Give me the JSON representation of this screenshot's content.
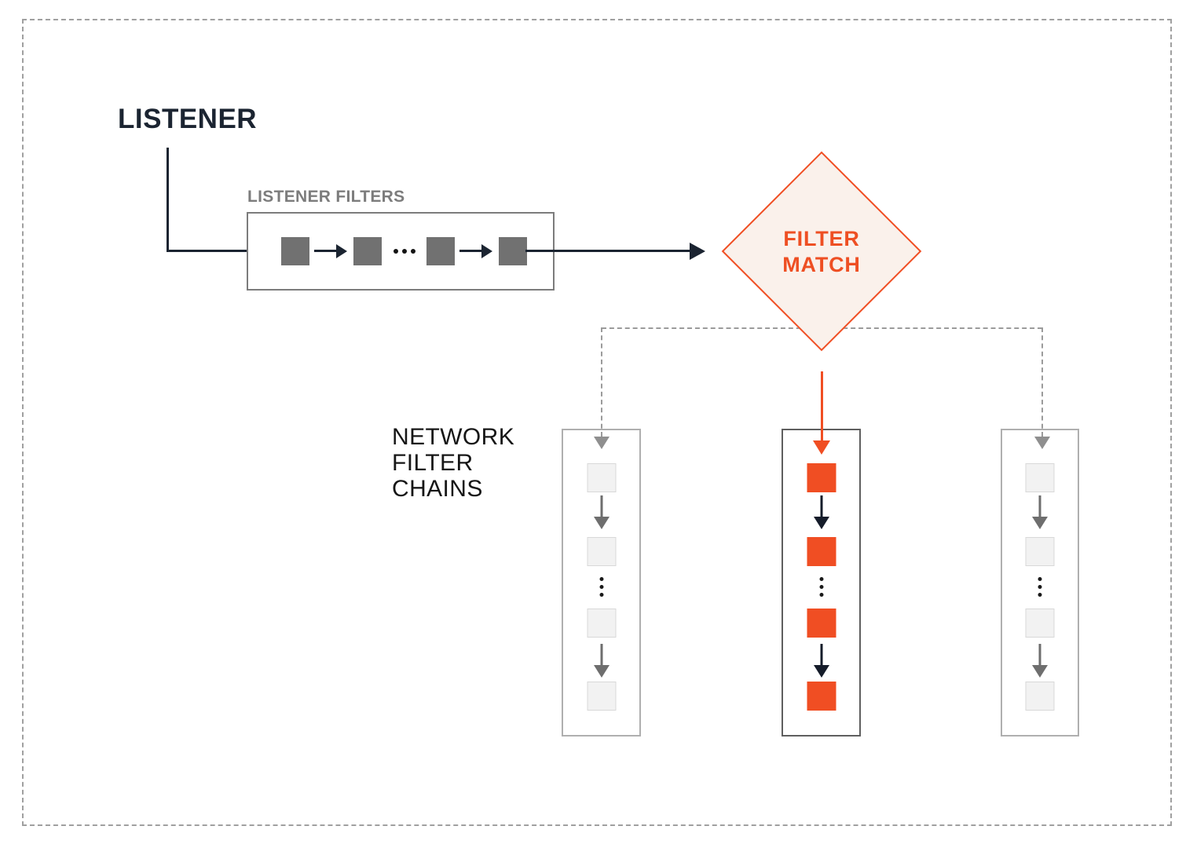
{
  "colors": {
    "accent_orange": "#F04E23",
    "diamond_fill": "#FAF1EB",
    "navy": "#1B2431",
    "label_gray": "#7C7C7C",
    "dashed_gray": "#9B9B9B",
    "filter_square_gray": "#717171",
    "inactive_square_fill": "#F2F2F2",
    "inactive_box_border": "#AFAFAF",
    "matched_box_border": "#5F5F5F"
  },
  "listener": {
    "label": "LISTENER"
  },
  "listener_filters": {
    "label": "LISTENER FILTERS",
    "filter_count": 4
  },
  "filter_match": {
    "lines": [
      "FILTER",
      "MATCH"
    ]
  },
  "network_filter_chains": {
    "label_lines": [
      "NETWORK",
      "FILTER",
      "CHAINS"
    ],
    "chains": [
      {
        "position": "left",
        "matched": false,
        "filter_count": 4
      },
      {
        "position": "middle",
        "matched": true,
        "filter_count": 4
      },
      {
        "position": "right",
        "matched": false,
        "filter_count": 4
      }
    ]
  }
}
